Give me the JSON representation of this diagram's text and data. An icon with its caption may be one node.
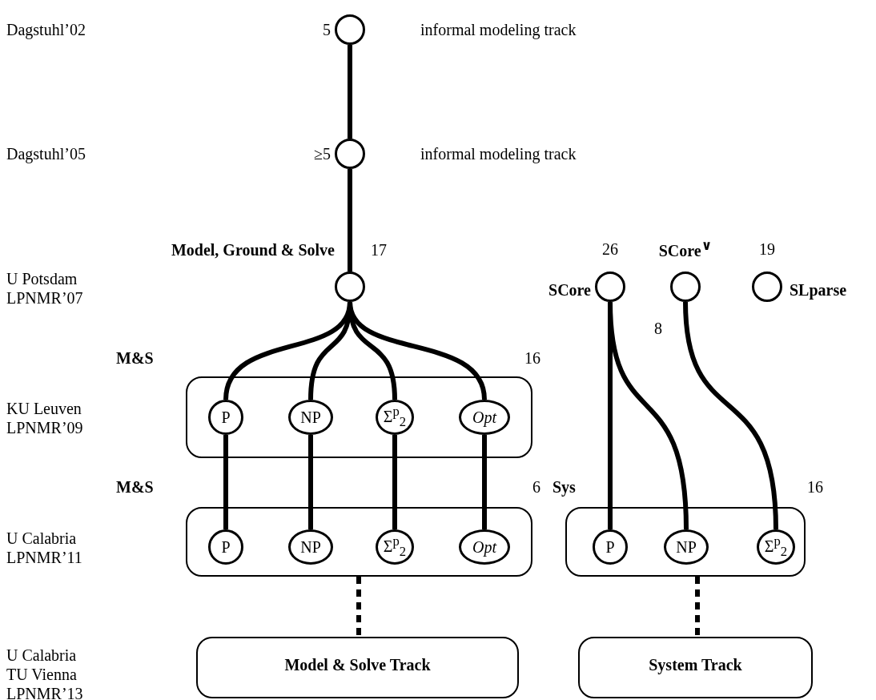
{
  "diagram": {
    "nodes": [
      {
        "text": [],
        "shape": "circle",
        "beside": [
          "5",
          "informal modeling track"
        ]
      },
      {
        "text": [],
        "shape": "circle",
        "beside": [
          "≥5",
          "informal modeling track"
        ]
      },
      {
        "text": [],
        "shape": "circle",
        "beside": [
          "Model, Ground & Solve",
          "17"
        ]
      },
      {
        "text": [],
        "shape": "circle",
        "beside": [
          "26",
          "SCore"
        ]
      },
      {
        "text": [],
        "shape": "circle",
        "beside": [
          "SCore$^{∨}$",
          "8"
        ]
      },
      {
        "text": [],
        "shape": "circle",
        "beside": [
          "19",
          "SLparse"
        ]
      },
      {
        "text": [
          "M&S",
          "16"
        ]
      },
      {
        "text": [
          "P"
        ],
        "in": 6
      },
      {
        "text": [
          "NP"
        ],
        "in": 6
      },
      {
        "text": [
          "Σ$^{p}$$_{2}$"
        ],
        "in": 6
      },
      {
        "text": [
          "*Opt*"
        ],
        "in": 6
      },
      {
        "text": [
          "M&S",
          "6"
        ]
      },
      {
        "text": [
          "P"
        ],
        "in": 11
      },
      {
        "text": [
          "NP"
        ],
        "in": 11
      },
      {
        "text": [
          "Σ$^{p}$$_{2}$"
        ],
        "in": 11
      },
      {
        "text": [
          "*Opt*"
        ],
        "in": 11
      },
      {
        "text": [
          "Sys",
          "16"
        ]
      },
      {
        "text": [
          "P"
        ],
        "in": 16
      },
      {
        "text": [
          "NP"
        ],
        "in": 16
      },
      {
        "text": [
          "Σ$^{p}$$_{2}$"
        ],
        "in": 16
      },
      {
        "text": [
          "Model & Solve Track"
        ]
      },
      {
        "text": [
          "System Track"
        ]
      }
    ],
    "edges": [
      {
        "from": 0,
        "to": 1,
        "arrow": "none"
      },
      {
        "from": 1,
        "to": 2,
        "arrow": "none"
      },
      {
        "from": 2,
        "to": 7,
        "arrow": "none"
      },
      {
        "from": 2,
        "to": 8,
        "arrow": "none"
      },
      {
        "from": 2,
        "to": 9,
        "arrow": "none"
      },
      {
        "from": 2,
        "to": 10,
        "arrow": "none"
      },
      {
        "from": 7,
        "to": 12,
        "arrow": "none"
      },
      {
        "from": 8,
        "to": 13,
        "arrow": "none"
      },
      {
        "from": 9,
        "to": 14,
        "arrow": "none"
      },
      {
        "from": 10,
        "to": 15,
        "arrow": "none"
      },
      {
        "from": 3,
        "to": 17,
        "arrow": "none"
      },
      {
        "from": 3,
        "to": 18,
        "arrow": "none"
      },
      {
        "from": 4,
        "to": 19,
        "arrow": "none"
      },
      {
        "from": 11,
        "to": 20,
        "arrow": "none",
        "style": "dashed"
      },
      {
        "from": 16,
        "to": 21,
        "arrow": "none",
        "style": "dashed"
      }
    ],
    "labels": [
      "Dagstuhl’02",
      "Dagstuhl’05",
      "U Potsdam LPNMR’07",
      "KU Leuven LPNMR’09",
      "U Calabria LPNMR’11",
      "U Calabria TU Vienna LPNMR’13"
    ]
  }
}
